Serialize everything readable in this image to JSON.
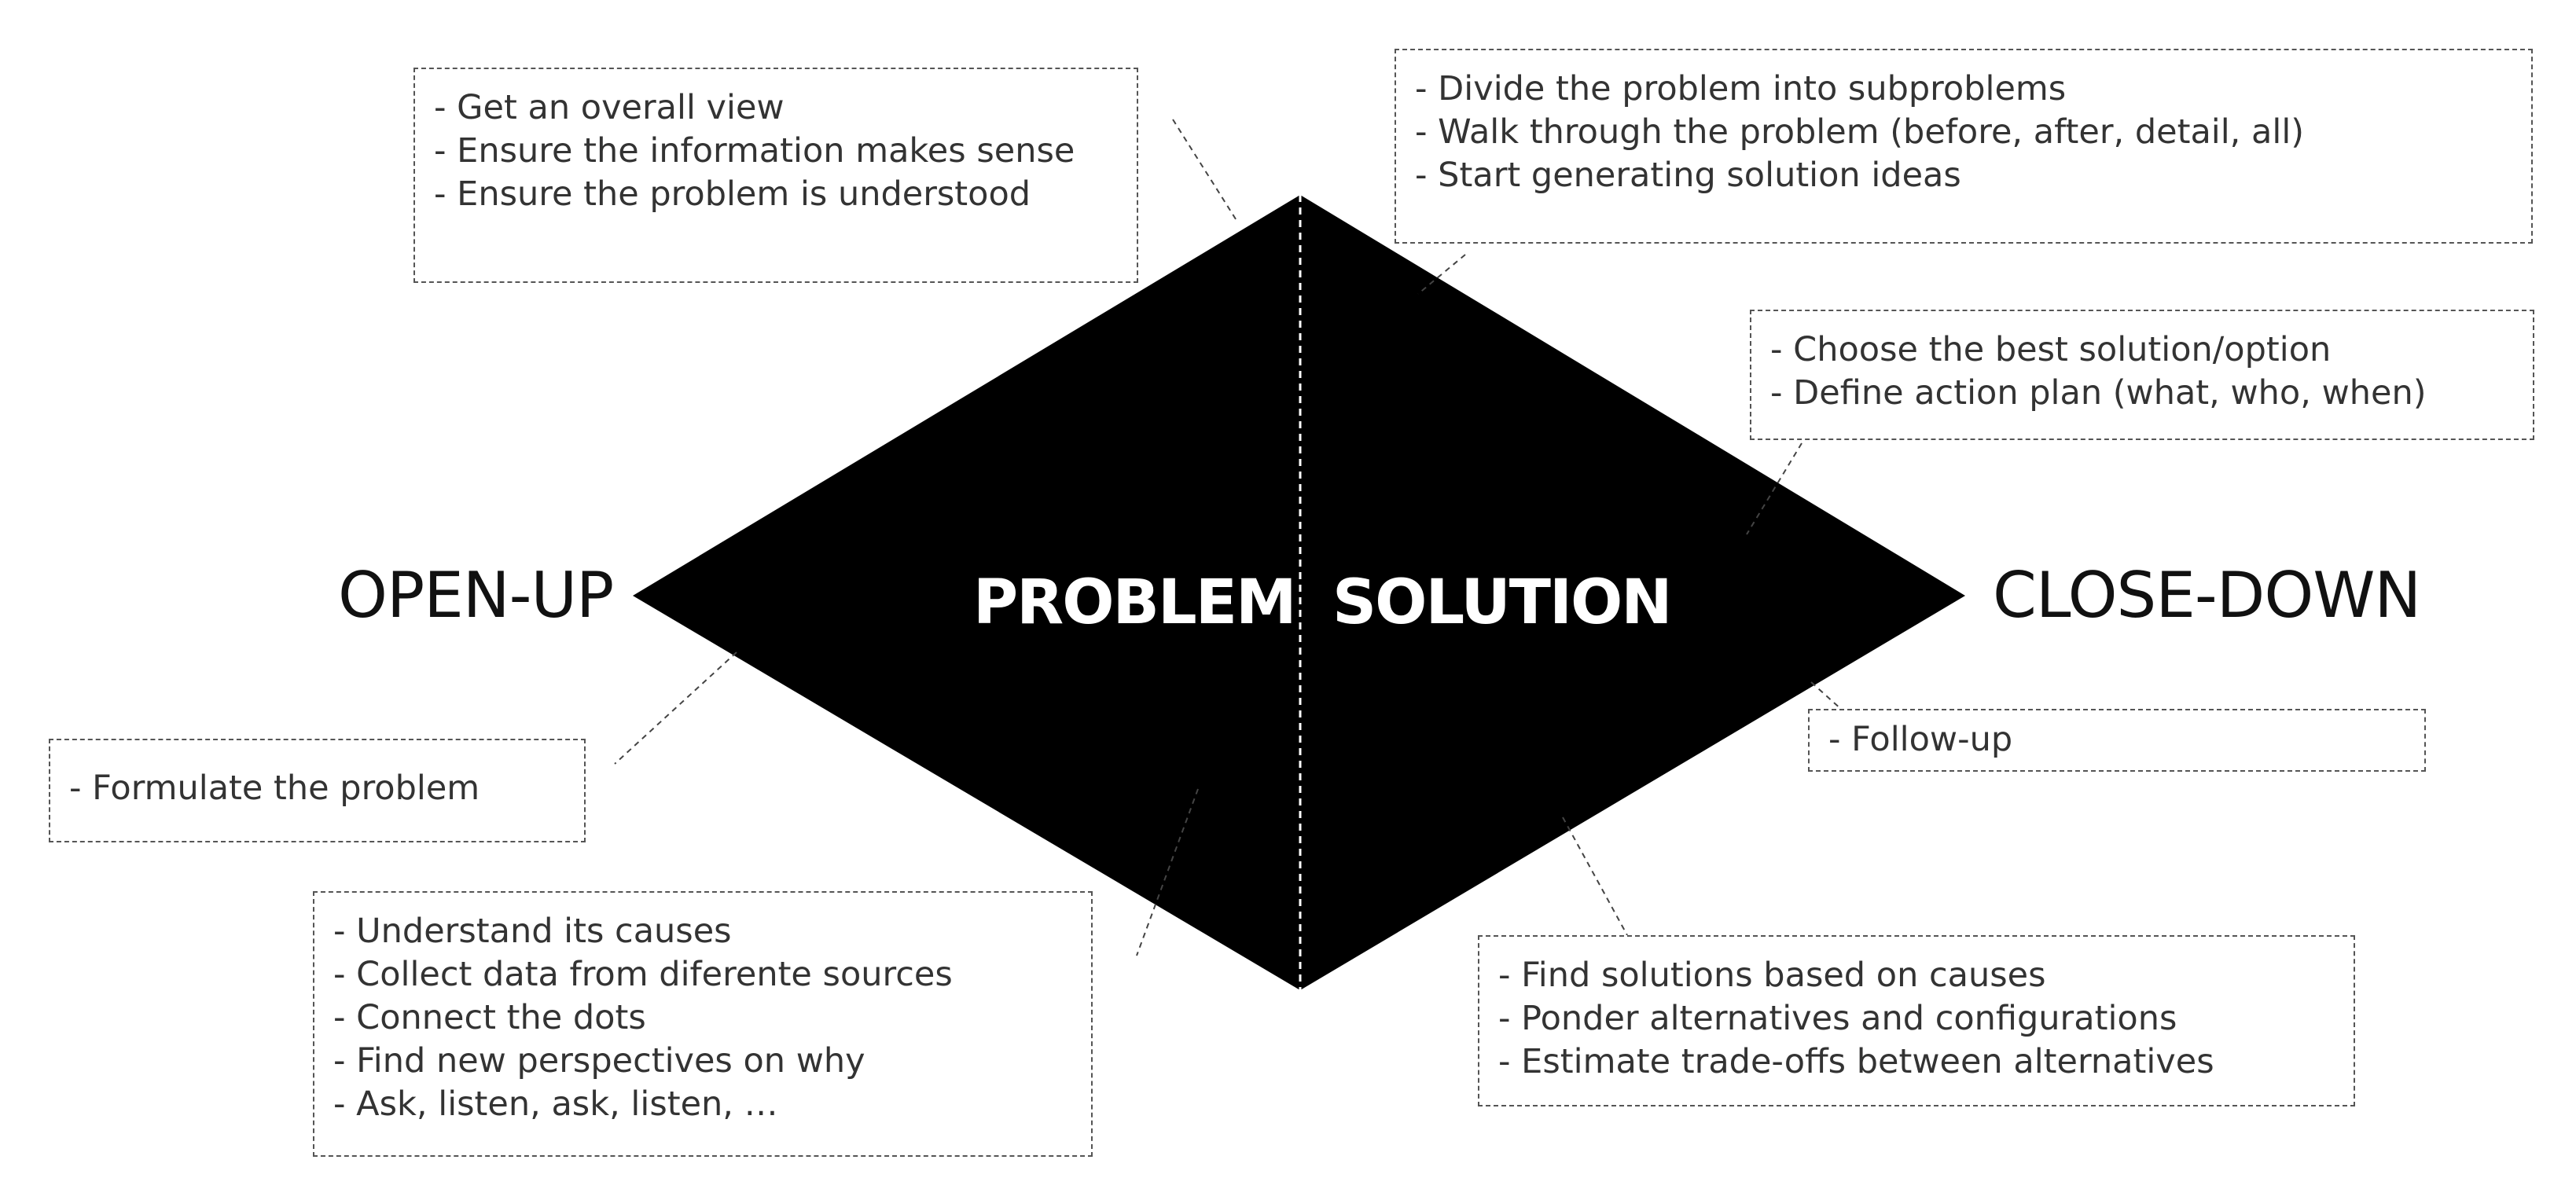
{
  "diagram": {
    "center_left_label": "PROBLEM",
    "center_right_label": "SOLUTION",
    "left_label": "OPEN-UP",
    "right_label": "CLOSE-DOWN",
    "fill_color": "#000000",
    "text_color": "#ffffff"
  },
  "notes": {
    "overview": [
      "- Get an overall view",
      "- Ensure the information makes sense",
      "- Ensure the problem is understood"
    ],
    "decompose": [
      "- Divide the problem into subproblems",
      "- Walk through the problem (before, after, detail, all)",
      "- Start generating solution ideas"
    ],
    "decide": [
      "- Choose the best solution/option",
      "- Define action plan (what, who, when)"
    ],
    "formulate": [
      "- Formulate the problem"
    ],
    "followup": [
      "- Follow-up"
    ],
    "understand": [
      "- Understand its causes",
      "- Collect data from diferente sources",
      "- Connect the dots",
      "- Find new perspectives on why",
      "- Ask, listen, ask, listen, …"
    ],
    "solutions": [
      "- Find solutions based on causes",
      "- Ponder alternatives and configurations",
      "- Estimate trade-offs between alternatives"
    ]
  }
}
